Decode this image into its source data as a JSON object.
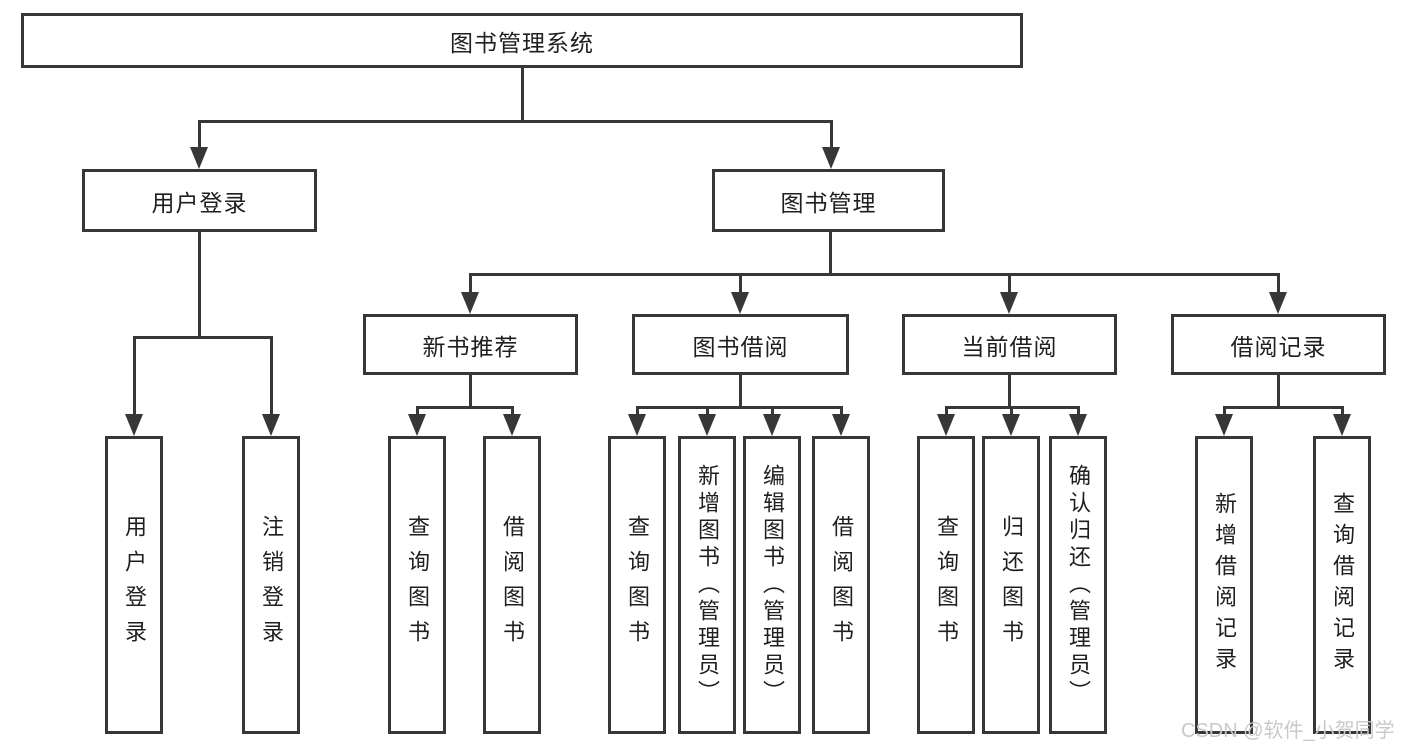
{
  "colors": {
    "line": "#373737",
    "text": "#1f1f1f",
    "watermark": "#c9c9c9",
    "background": "#ffffff"
  },
  "diagram": {
    "type": "hierarchy-tree",
    "root": {
      "label": "图书管理系统",
      "children": [
        {
          "label": "用户登录",
          "children": [
            {
              "label": "用户登录"
            },
            {
              "label": "注销登录"
            }
          ]
        },
        {
          "label": "图书管理",
          "children": [
            {
              "label": "新书推荐",
              "children": [
                {
                  "label": "查询图书"
                },
                {
                  "label": "借阅图书"
                }
              ]
            },
            {
              "label": "图书借阅",
              "children": [
                {
                  "label": "查询图书"
                },
                {
                  "label": "新增图书（管理员）"
                },
                {
                  "label": "编辑图书（管理员）"
                },
                {
                  "label": "借阅图书"
                }
              ]
            },
            {
              "label": "当前借阅",
              "children": [
                {
                  "label": "查询图书"
                },
                {
                  "label": "归还图书"
                },
                {
                  "label": "确认归还（管理员）"
                }
              ]
            },
            {
              "label": "借阅记录",
              "children": [
                {
                  "label": "新增借阅记录"
                },
                {
                  "label": "查询借阅记录"
                }
              ]
            }
          ]
        }
      ]
    }
  },
  "watermark": {
    "text": "CSDN @软件_小贺同学"
  }
}
